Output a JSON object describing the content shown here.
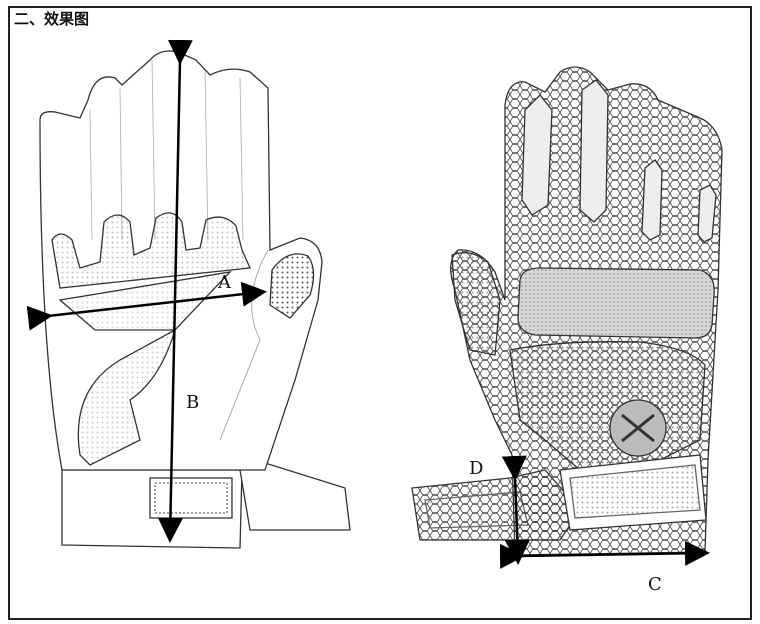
{
  "header": {
    "title": "二、效果图"
  },
  "labels": {
    "a": "A",
    "b": "B",
    "c": "C",
    "d": "D"
  },
  "colors": {
    "outline": "#333333",
    "arrow": "#000000",
    "dots": "#555555"
  },
  "icons": [
    "glove-palm-icon",
    "glove-back-icon",
    "measurement-arrow-icon"
  ]
}
